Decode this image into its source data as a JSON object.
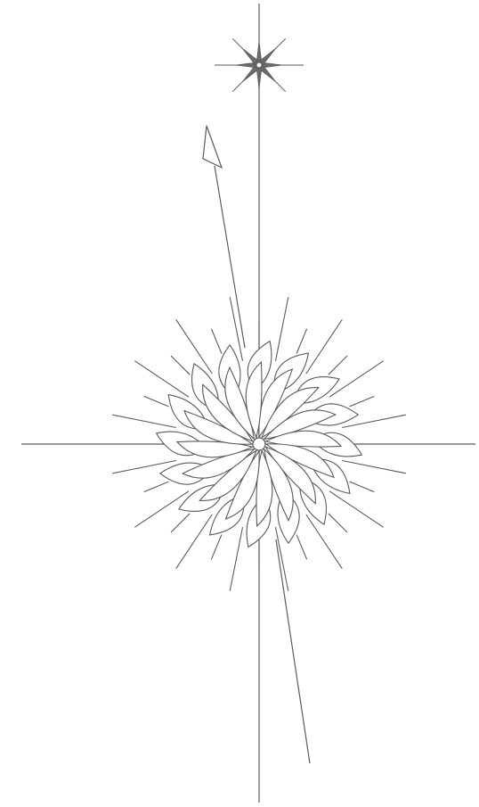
{
  "drawing": {
    "colors": {
      "background": "#ffffff",
      "line": "#5a5a5a",
      "petal_fill": "#ffffff",
      "star_fill": "#6a6a6a"
    },
    "rosette": {
      "petal_count": 16,
      "ray_count": 16,
      "spiral_twist": true
    },
    "star": {
      "points": 8
    },
    "needle": {
      "arrowhead": "open-triangle"
    }
  }
}
